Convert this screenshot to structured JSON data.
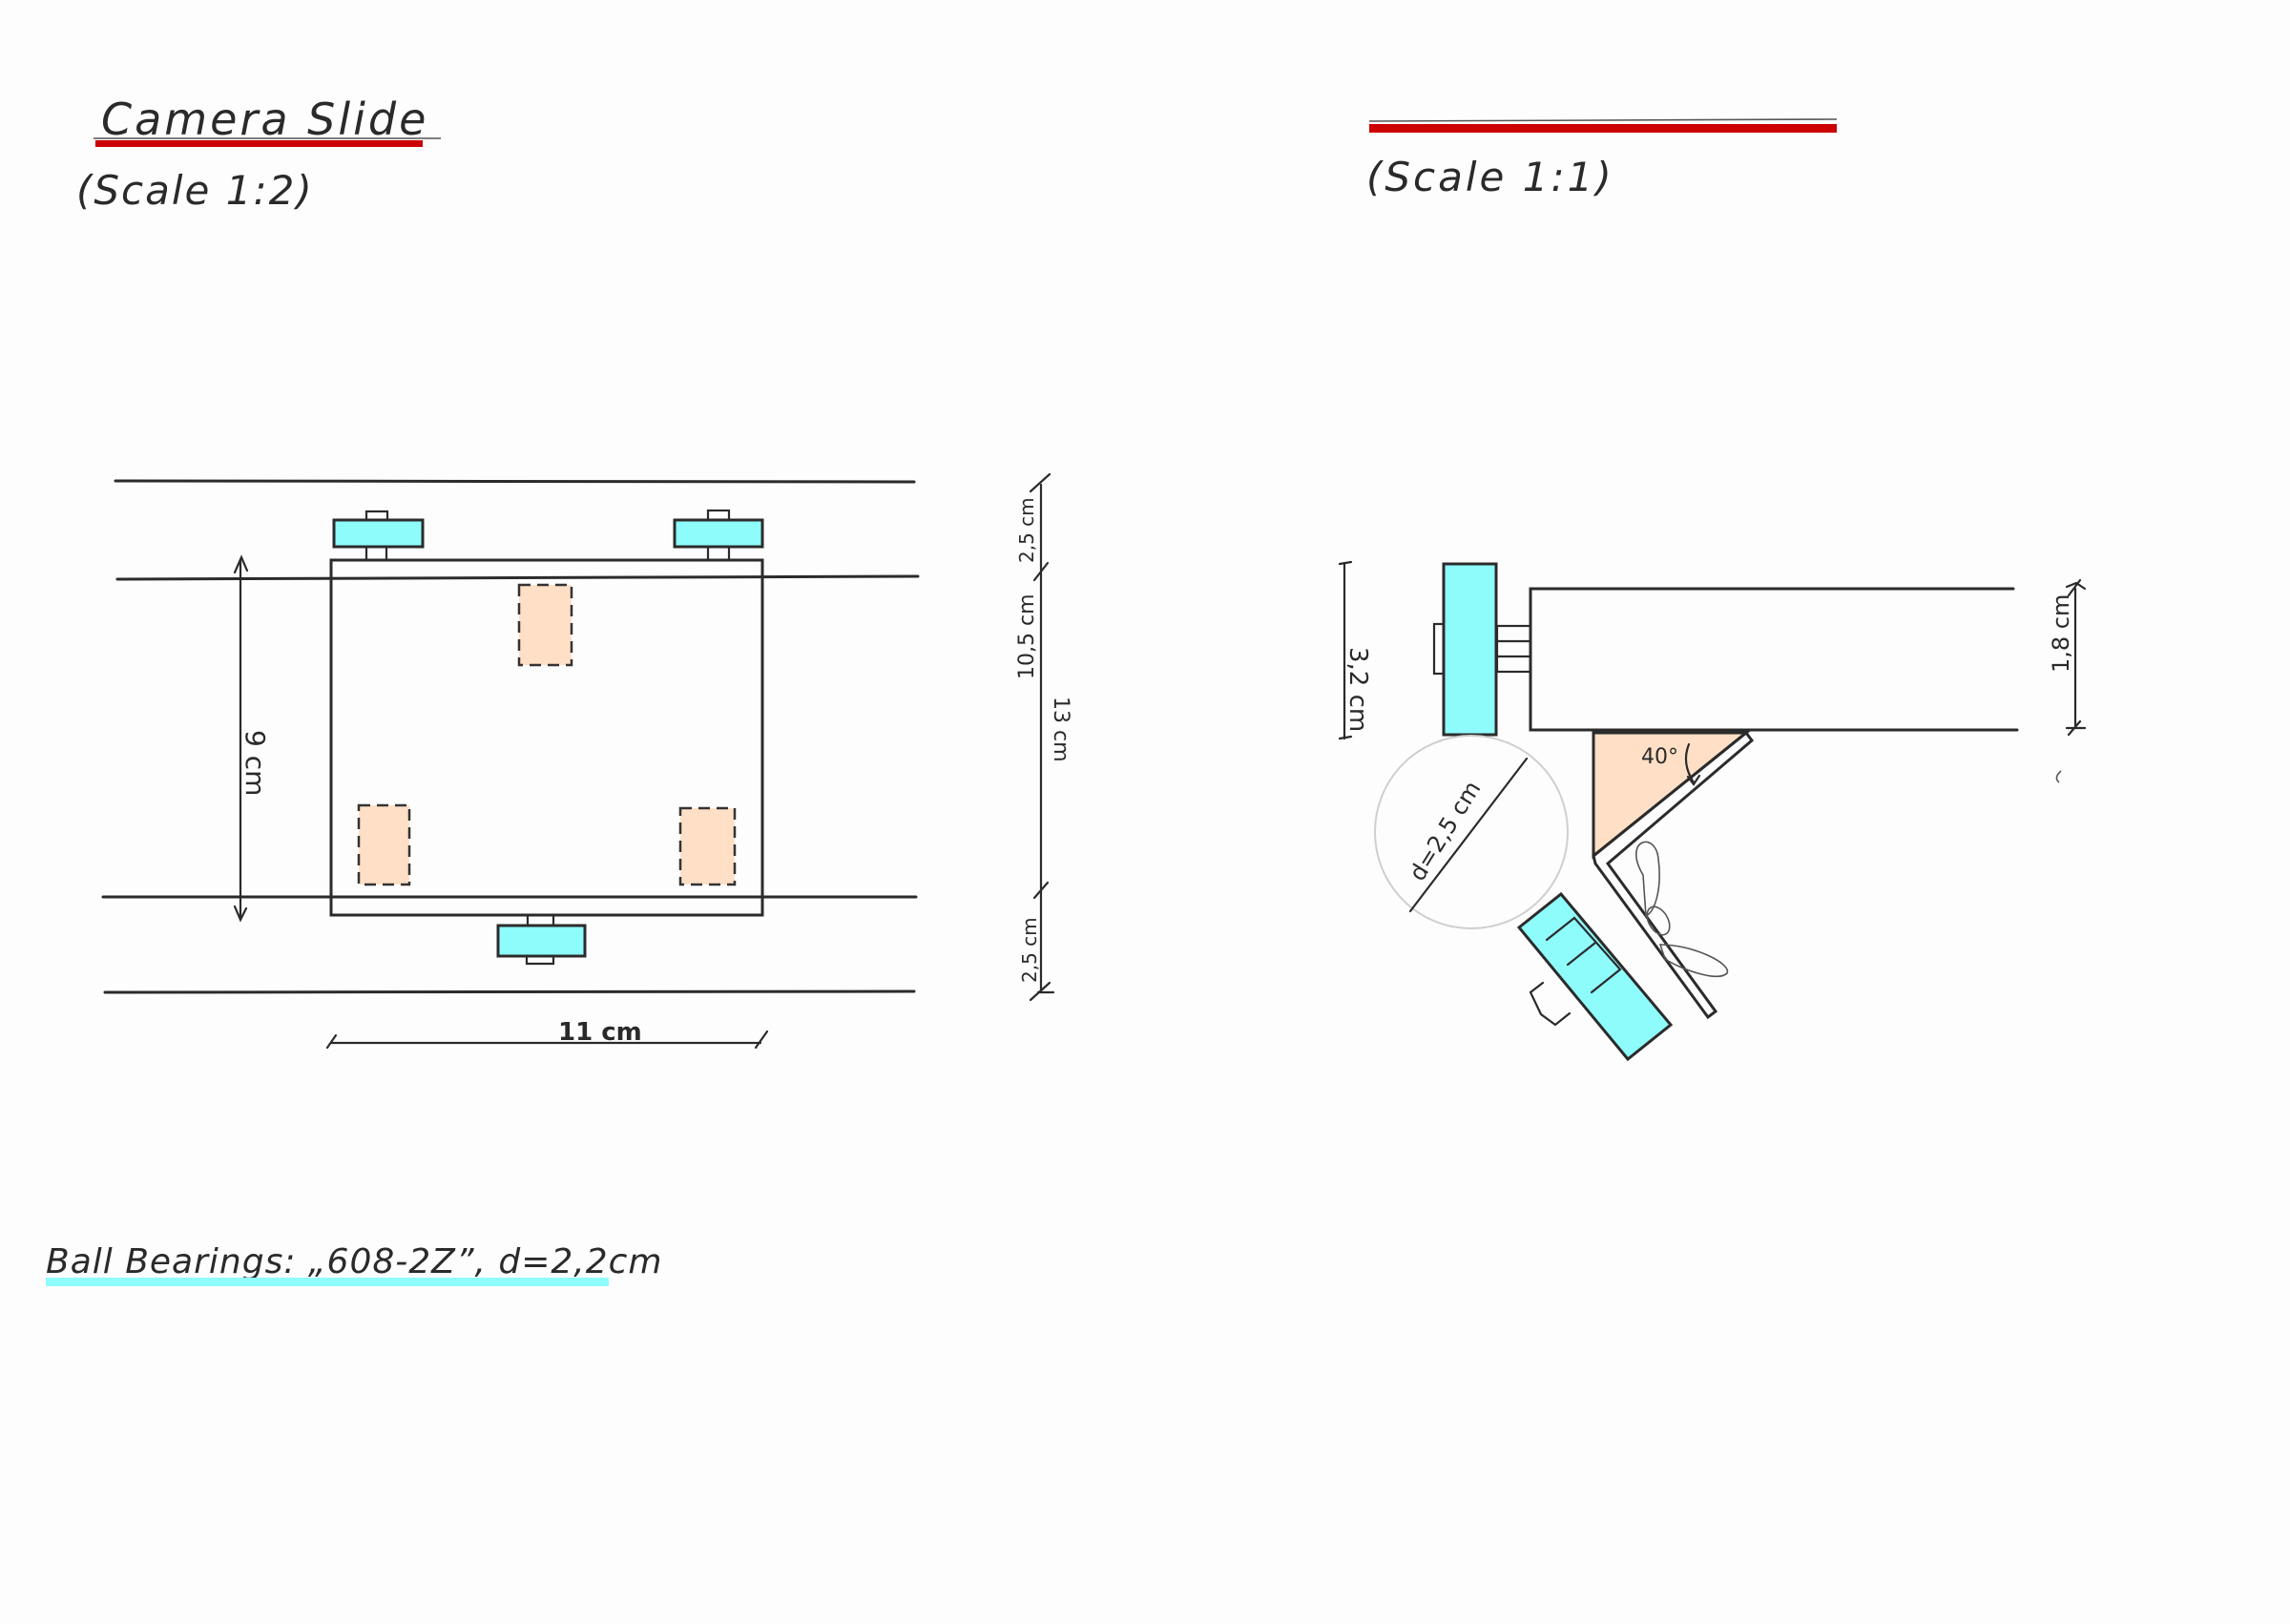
{
  "sheet": {
    "title": "Camera Slide",
    "left_scale": "(Scale 1:2)",
    "right_scale": "(Scale 1:1)",
    "note": "Ball Bearings: „608-2Z”, d=2,2cm",
    "colors": {
      "title_underline": "#cc0000",
      "note_underline": "#8ffcfc",
      "bearing_fill": "#8ffcfc",
      "pad_fill": "#ffe0c6",
      "ink": "#2b2b2b",
      "paper": "#fdfdfd"
    }
  },
  "top_view": {
    "dims": {
      "width": "11 cm",
      "height": "9 cm",
      "total_span": "13 cm",
      "inner_span": "10,5 cm",
      "top_margin": "2,5 cm",
      "bottom_margin": "2,5 cm"
    },
    "bearings_count": 3,
    "pads_count": 3
  },
  "side_view": {
    "dims": {
      "bearing_height": "3,2 cm",
      "bar_height": "1,8 cm",
      "rail_diameter": "d=2,5 cm",
      "angle": "40°"
    }
  }
}
